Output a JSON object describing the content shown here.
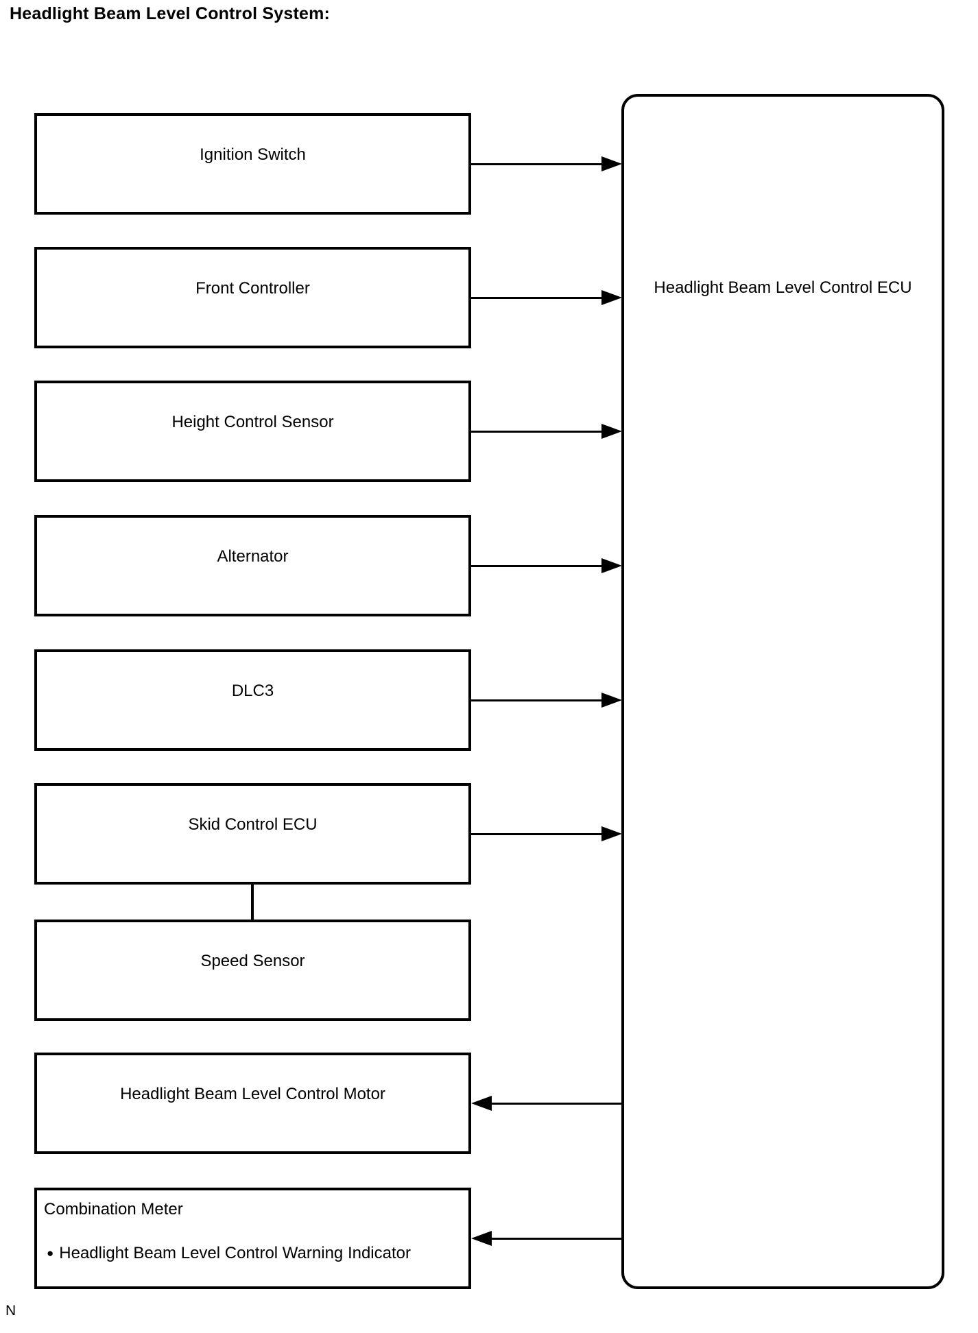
{
  "page": {
    "title": "Headlight Beam Level Control System:",
    "footer_note": "N",
    "colors": {
      "line": "#000000",
      "background": "#ffffff"
    }
  },
  "diagram": {
    "ecu": {
      "label": "Headlight Beam Level Control ECU"
    },
    "boxes": [
      {
        "label": "Ignition Switch",
        "arrow": "to-ecu"
      },
      {
        "label": "Front Controller",
        "arrow": "to-ecu"
      },
      {
        "label": "Height Control Sensor",
        "arrow": "to-ecu"
      },
      {
        "label": "Alternator",
        "arrow": "to-ecu"
      },
      {
        "label": "DLC3",
        "arrow": "to-ecu"
      },
      {
        "label": "Skid Control ECU",
        "arrow": "to-ecu"
      },
      {
        "label": "Speed Sensor",
        "arrow": "none",
        "connected_to": "Skid Control ECU"
      },
      {
        "label": "Headlight Beam Level Control Motor",
        "arrow": "from-ecu"
      },
      {
        "label": "Combination Meter",
        "bullet": "Headlight Beam Level Control Warning Indicator",
        "arrow": "from-ecu"
      }
    ],
    "connections": [
      {
        "from": "Ignition Switch",
        "to": "Headlight Beam Level Control ECU"
      },
      {
        "from": "Front Controller",
        "to": "Headlight Beam Level Control ECU"
      },
      {
        "from": "Height Control Sensor",
        "to": "Headlight Beam Level Control ECU"
      },
      {
        "from": "Alternator",
        "to": "Headlight Beam Level Control ECU"
      },
      {
        "from": "DLC3",
        "to": "Headlight Beam Level Control ECU"
      },
      {
        "from": "Skid Control ECU",
        "to": "Headlight Beam Level Control ECU"
      },
      {
        "from": "Headlight Beam Level Control ECU",
        "to": "Headlight Beam Level Control Motor"
      },
      {
        "from": "Headlight Beam Level Control ECU",
        "to": "Combination Meter"
      },
      {
        "between": [
          "Skid Control ECU",
          "Speed Sensor"
        ]
      }
    ]
  }
}
